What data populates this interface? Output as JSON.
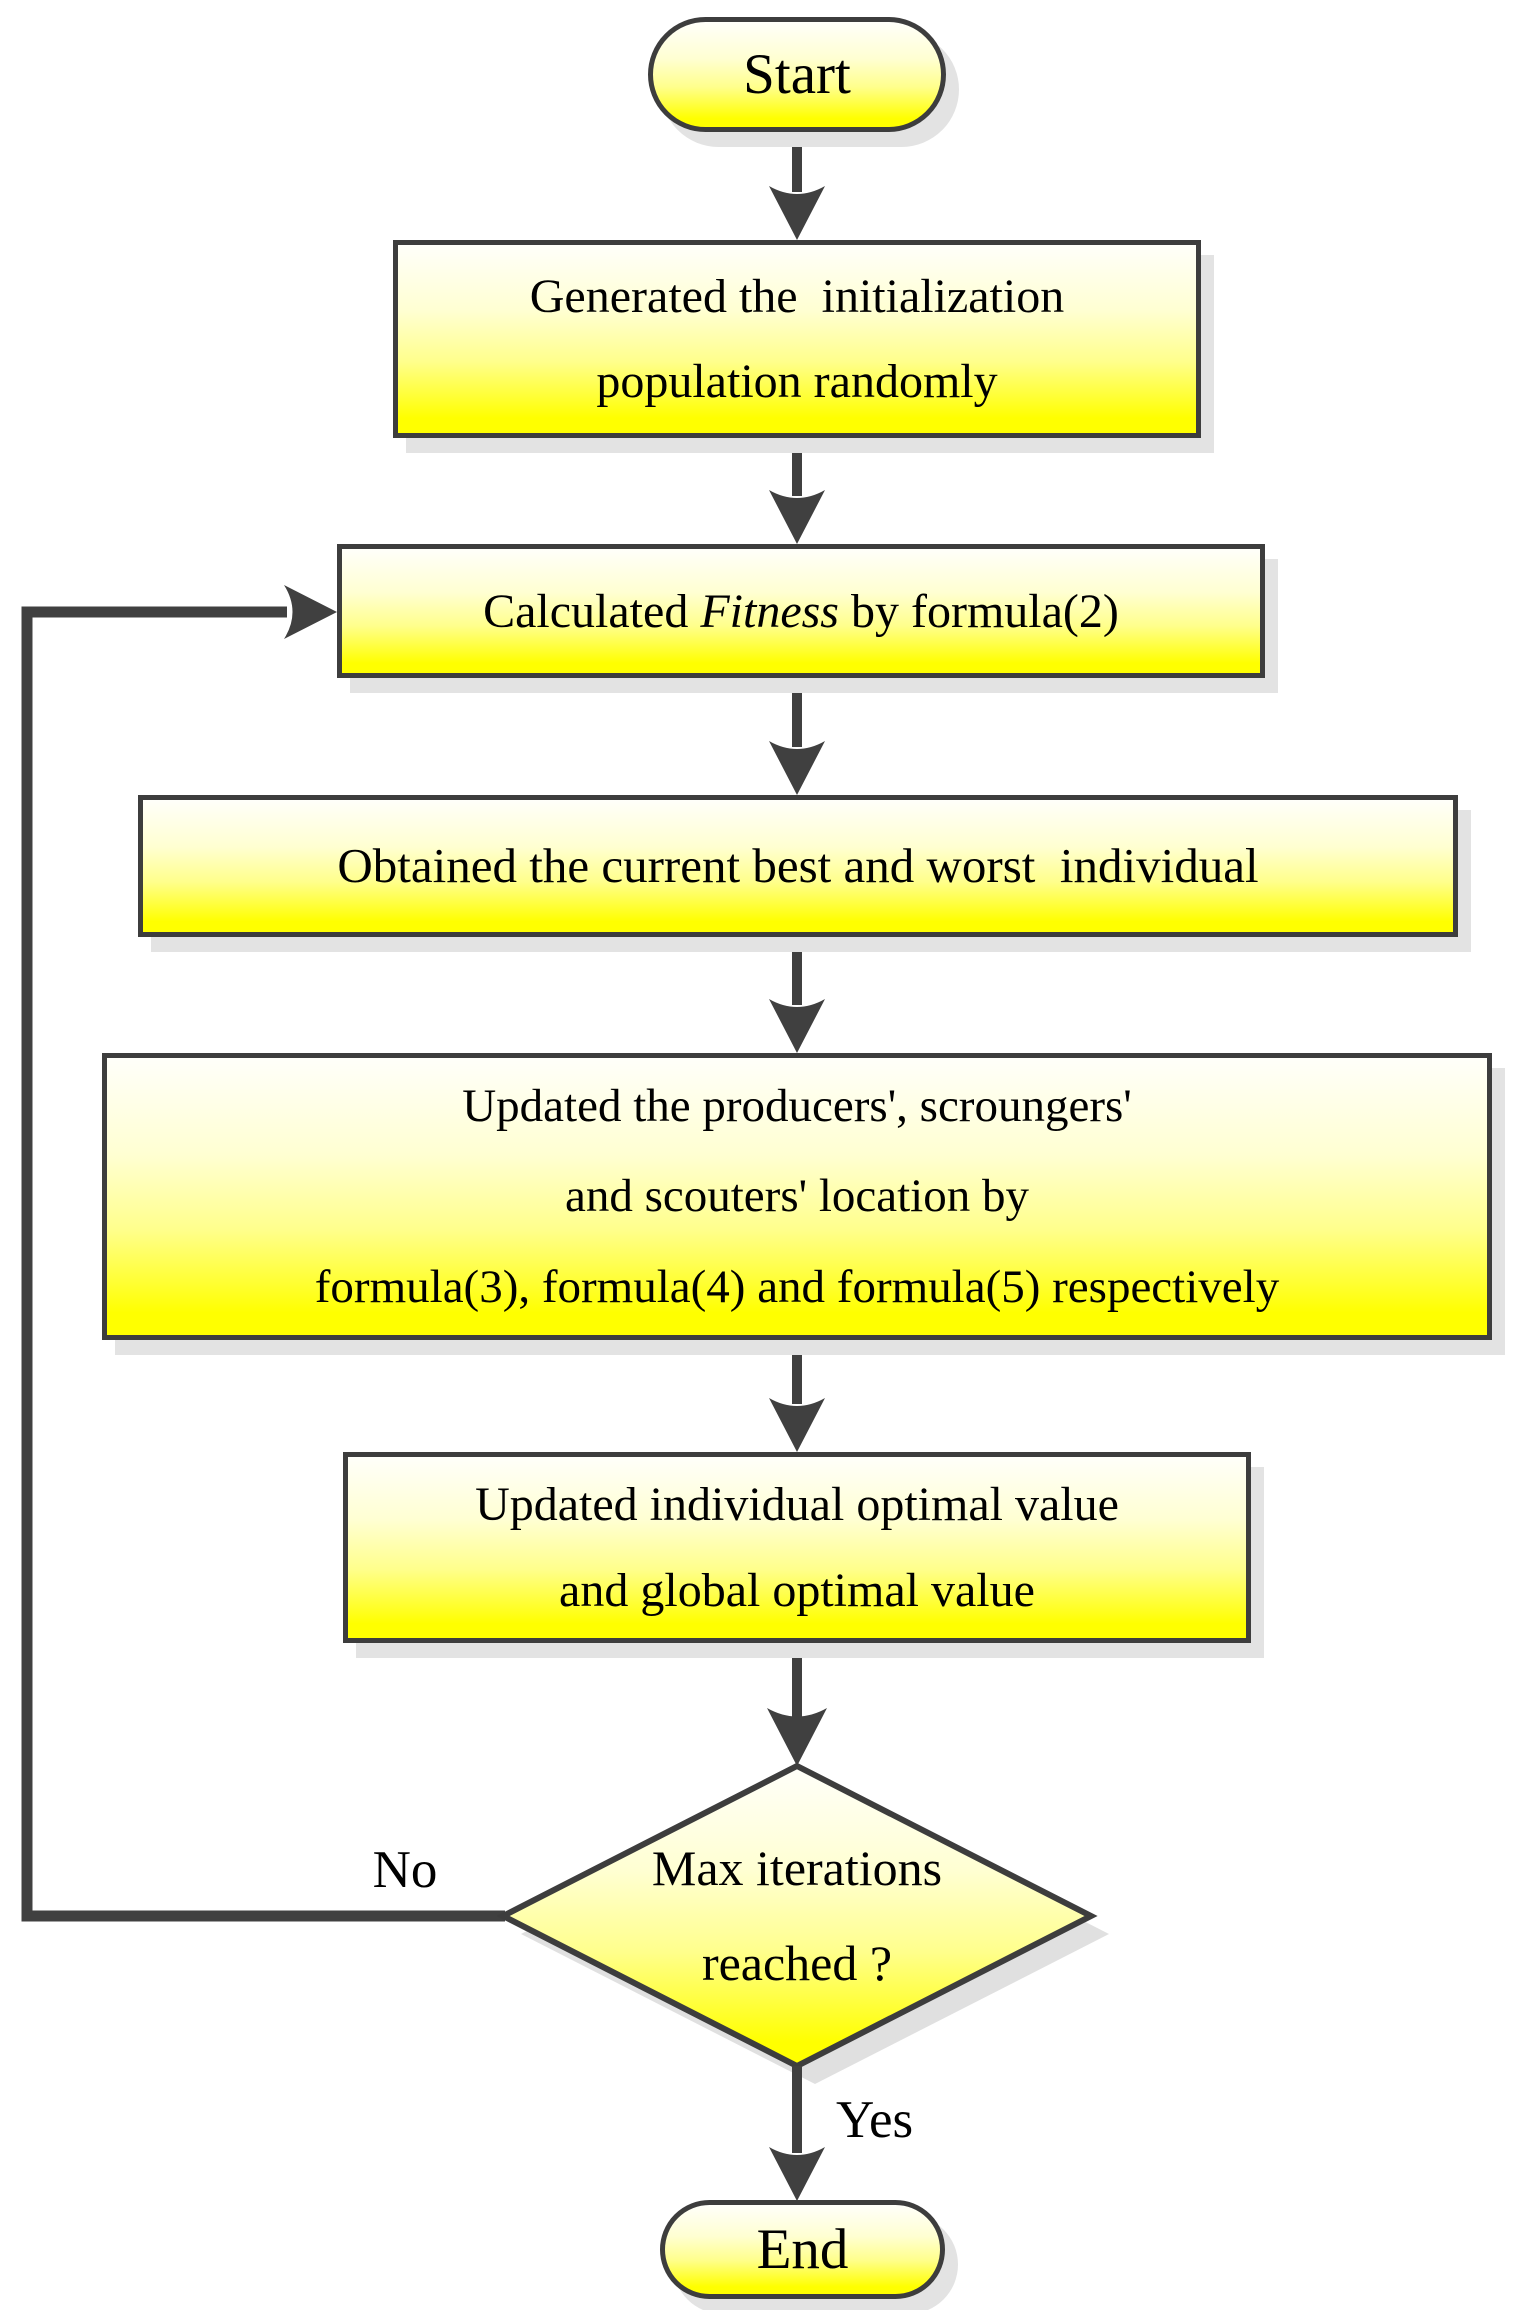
{
  "figure": {
    "type": "flowchart",
    "description_visible": false
  },
  "colors": {
    "shape_fill_top": "#FFFFFA",
    "shape_fill_bottom": "#FFFF00",
    "shape_border": "#3D3D3D",
    "arrow": "#404040",
    "shadow": "#E3E3E3",
    "text": "#000000",
    "background": "#FFFFFF"
  },
  "nodes": {
    "start": {
      "label": "Start"
    },
    "init": {
      "label": "Generated the  initialization\npopulation randomly"
    },
    "fitness": {
      "prefix": "Calculated ",
      "italic_word": "Fitness",
      "suffix": " by formula(2)"
    },
    "best_worst": {
      "label": "Obtained the current best and worst  individual"
    },
    "update_locations": {
      "label": "Updated the producers', scroungers'\nand scouters' location by\nformula(3), formula(4) and formula(5) respectively"
    },
    "update_optimal": {
      "label": "Updated individual optimal value\nand global optimal value"
    },
    "decision": {
      "label": "Max iterations\nreached ?"
    },
    "end": {
      "label": "End"
    }
  },
  "edges": {
    "no_label": "No",
    "yes_label": "Yes"
  }
}
